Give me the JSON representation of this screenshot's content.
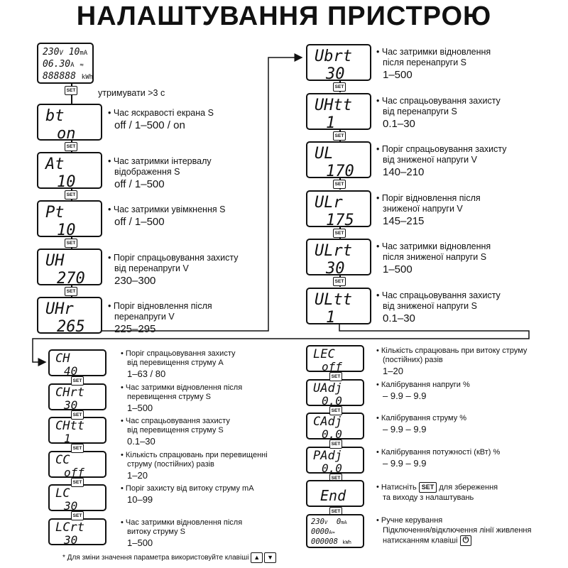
{
  "title": "НАЛАШТУВАННЯ ПРИСТРОЮ",
  "main_display": {
    "voltage": "230",
    "voltage_unit": "V",
    "current": "10",
    "current_unit": "mA",
    "current2": "06.30",
    "current2_unit": "A",
    "energy": "888888",
    "energy_unit": "kWh"
  },
  "hold_note": "утримувати >3 с",
  "set_label": "SET",
  "col1": [
    {
      "l1": "bt",
      "l2": "on",
      "desc": [
        "Час яскравості екрана S"
      ],
      "value": "off / 1–500 / on"
    },
    {
      "l1": "At",
      "l2": "10",
      "desc": [
        "Час затримки інтервалу",
        "відображення S"
      ],
      "value": "off / 1–500"
    },
    {
      "l1": "Pt",
      "l2": "10",
      "desc": [
        "Час затримки увімкнення S"
      ],
      "value": "off / 1–500"
    },
    {
      "l1": "UH",
      "l2": "270",
      "desc": [
        "Поріг спрацьовування захисту",
        "від перенапруги V"
      ],
      "value": "230–300"
    },
    {
      "l1": "UHr",
      "l2": "265",
      "desc": [
        "Поріг відновлення після",
        "перенапруги V"
      ],
      "value": "225–295"
    }
  ],
  "col2": [
    {
      "l1": "Ubrt",
      "l2": "30",
      "desc": [
        "Час затримки відновлення",
        "після перенапруги S"
      ],
      "value": "1–500"
    },
    {
      "l1": "UHtt",
      "l2": "1",
      "desc": [
        "Час спрацьовування захисту",
        "від перенапруги S"
      ],
      "value": "0.1–30"
    },
    {
      "l1": "UL",
      "l2": "170",
      "desc": [
        "Поріг спрацьовування захисту",
        "від зниженої напруги V"
      ],
      "value": "140–210"
    },
    {
      "l1": "ULr",
      "l2": "175",
      "desc": [
        "Поріг відновлення після",
        "зниженої напруги V"
      ],
      "value": "145–215"
    },
    {
      "l1": "ULrt",
      "l2": "30",
      "desc": [
        "Час затримки відновлення",
        "після зниженої напруги S"
      ],
      "value": "1–500"
    },
    {
      "l1": "ULtt",
      "l2": "1",
      "desc": [
        "Час спрацьовування захисту",
        "від зниженої напруги S"
      ],
      "value": "0.1–30"
    }
  ],
  "col3": [
    {
      "l1": "CH",
      "l2": "40",
      "desc": [
        "Поріг спрацьовування захисту",
        "від перевищення струму А"
      ],
      "value": "1–63 / 80"
    },
    {
      "l1": "CHrt",
      "l2": "30",
      "desc": [
        "Час затримки відновлення після",
        "перевищення струму S"
      ],
      "value": "1–500"
    },
    {
      "l1": "CHtt",
      "l2": "1",
      "desc": [
        "Час спрацьовування захисту",
        "від перевищення струму S"
      ],
      "value": "0.1–30"
    },
    {
      "l1": "CC",
      "l2": "off",
      "desc": [
        "Кількість спрацювань при перевищенні",
        "струму (постійних) разів"
      ],
      "value": "1–20"
    },
    {
      "l1": "LC",
      "l2": "30",
      "desc": [
        "Поріг захисту від витоку струму mA"
      ],
      "value": "10–99"
    },
    {
      "l1": "LCrt",
      "l2": "30",
      "desc": [
        "Час затримки відновлення після",
        "витоку струму S"
      ],
      "value": "1–500"
    }
  ],
  "col4": [
    {
      "l1": "LEC",
      "l2": "off",
      "desc": [
        "Кількість спрацювань при витоку струму",
        "(постійних) разів"
      ],
      "value": "1–20"
    },
    {
      "l1": "UAdj",
      "l2": "0.0",
      "desc": [
        "Калібрування напруги %"
      ],
      "value": "– 9.9 – 9.9"
    },
    {
      "l1": "CAdj",
      "l2": "0.0",
      "desc": [
        "Калібрування струму %"
      ],
      "value": "– 9.9 – 9.9"
    },
    {
      "l1": "PAdj",
      "l2": "0.0",
      "desc": [
        "Калібрування потужності (кВт) %"
      ],
      "value": "– 9.9 – 9.9"
    }
  ],
  "end_screen": {
    "text": "End",
    "desc_pre": "Натисніть",
    "desc_post": "для збереження",
    "desc2": "та виходу з налаштувань"
  },
  "manual": {
    "desc": [
      "Ручне керування",
      "Підключення/відключення лінії живлення",
      "натисканням клавіші"
    ],
    "voltage": "230",
    "voltage_unit": "V",
    "current": "0",
    "current_unit": "mA",
    "current2": "0000",
    "current2_unit": "A",
    "energy": "000008",
    "energy_unit": "kWh"
  },
  "footnote": "* Для зміни значення параметра використовуйте клавіші",
  "icons": {
    "arrow_up": "up-arrow-icon",
    "arrow_down": "down-arrow-icon",
    "power": "power-icon"
  }
}
